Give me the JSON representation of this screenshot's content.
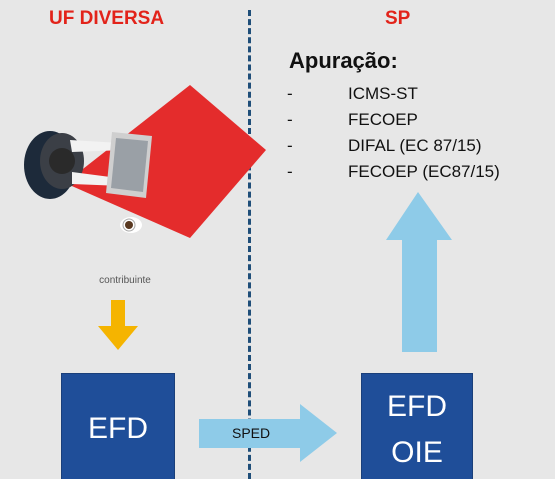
{
  "headers": {
    "left": "UF DIVERSA",
    "right": "SP"
  },
  "apuracao": {
    "title": "Apuração:",
    "items": [
      {
        "dash": "-",
        "label": "ICMS-ST"
      },
      {
        "dash": "-",
        "label": "FECOEP"
      },
      {
        "dash": "-",
        "label": "DIFAL (EC 87/15)"
      },
      {
        "dash": "-",
        "label": "FECOEP (EC87/15)"
      }
    ]
  },
  "contribuinte_label": "contribuinte",
  "efd_left": {
    "label": "EFD"
  },
  "efd_right": {
    "line1": "EFD",
    "line2": "OIE"
  },
  "sped_label": "SPED",
  "colors": {
    "header_red": "#e2231a",
    "divider_blue": "#1f4e79",
    "box_blue": "#1f4e99",
    "arrow_light_blue": "#8ecbe8",
    "arrow_orange": "#f5b400",
    "diamond_red": "#e42c2c"
  },
  "icons": [
    "person-at-laptop-icon",
    "coffee-cup-icon"
  ]
}
